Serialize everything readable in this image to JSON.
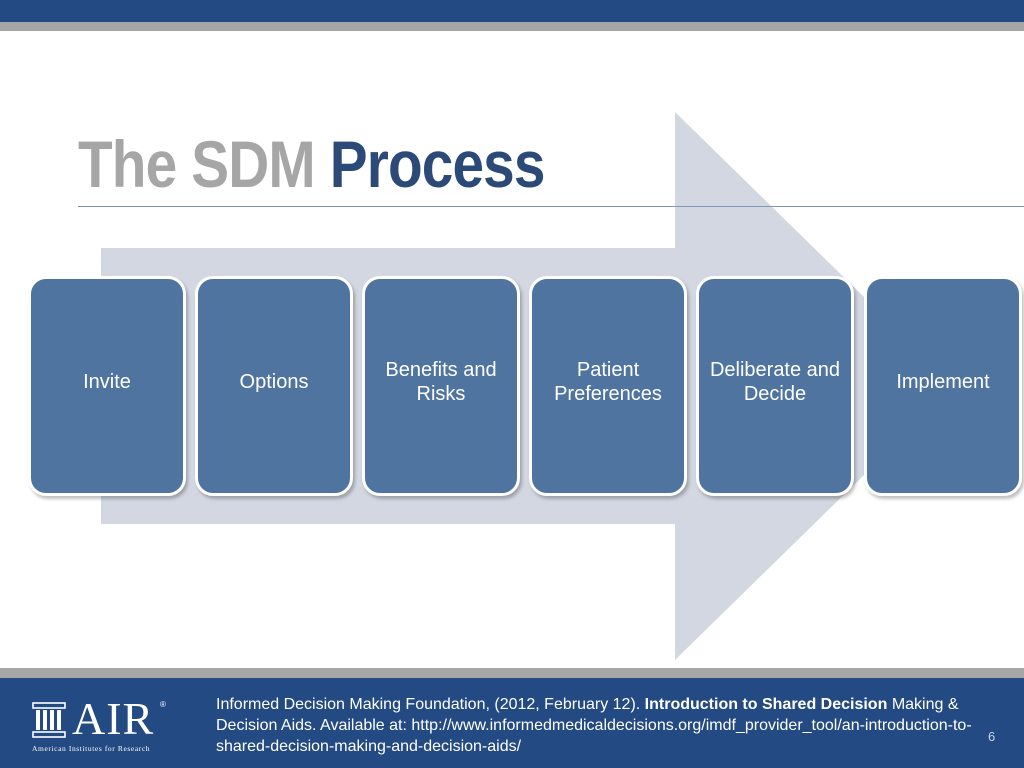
{
  "title": {
    "part1": "The SDM",
    "part2": "Process"
  },
  "steps": [
    "Invite",
    "Options",
    "Benefits and Risks",
    "Patient Preferences",
    "Deliberate and Decide",
    "Implement"
  ],
  "footer": {
    "logo": {
      "text": "AIR",
      "subtitle": "American Institutes for Research"
    },
    "citation": {
      "prefix": "Informed Decision Making Foundation, (2012, February 12).",
      "bold": "Introduction to Shared Decision",
      "suffix": "Making & Decision Aids. Available at: http://www.informedmedicaldecisions.org/imdf_provider_tool/an-introduction-to-shared-decision-making-and-decision-aids/"
    },
    "page_number": "6"
  },
  "colors": {
    "navy": "#234a82",
    "gray": "#a6a6a6",
    "step_fill": "#4f74a0",
    "arrow_fill": "#d2d7e1",
    "title_accent": "#2c4a78"
  }
}
